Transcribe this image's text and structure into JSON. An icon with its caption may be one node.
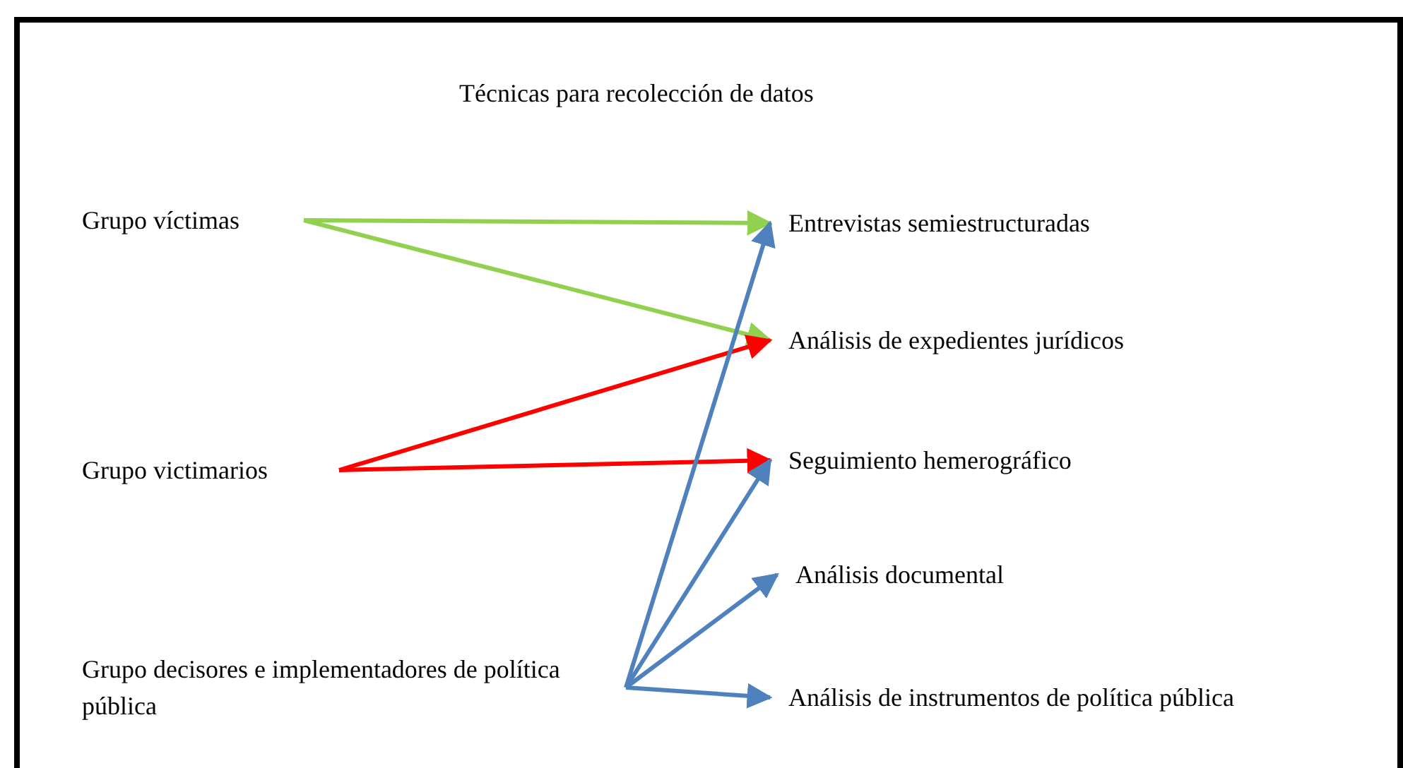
{
  "diagram": {
    "title": "Técnicas para recolección de datos",
    "nodes": [
      {
        "text": [
          "Grupo víctimas"
        ]
      },
      {
        "text": [
          "Grupo victimarios"
        ]
      },
      {
        "text": [
          "Grupo decisores e implementadores de política pública"
        ]
      },
      {
        "text": [
          "Entrevistas semiestructuradas"
        ]
      },
      {
        "text": [
          "Análisis de expedientes jurídicos"
        ]
      },
      {
        "text": [
          "Seguimiento hemerográfico"
        ]
      },
      {
        "text": [
          "Análisis documental"
        ]
      },
      {
        "text": [
          "Análisis de instrumentos de política pública"
        ]
      }
    ],
    "edges": [
      {
        "from": 0,
        "to": 3,
        "arrow": "to",
        "color": "#92d050"
      },
      {
        "from": 0,
        "to": 4,
        "arrow": "to",
        "color": "#92d050"
      },
      {
        "from": 1,
        "to": 4,
        "arrow": "to",
        "color": "#ff0000"
      },
      {
        "from": 1,
        "to": 5,
        "arrow": "to",
        "color": "#ff0000"
      },
      {
        "from": 2,
        "to": 3,
        "arrow": "to"
      },
      {
        "from": 2,
        "to": 5,
        "arrow": "to"
      },
      {
        "from": 2,
        "to": 6,
        "arrow": "to"
      },
      {
        "from": 2,
        "to": 7,
        "arrow": "to"
      }
    ]
  }
}
